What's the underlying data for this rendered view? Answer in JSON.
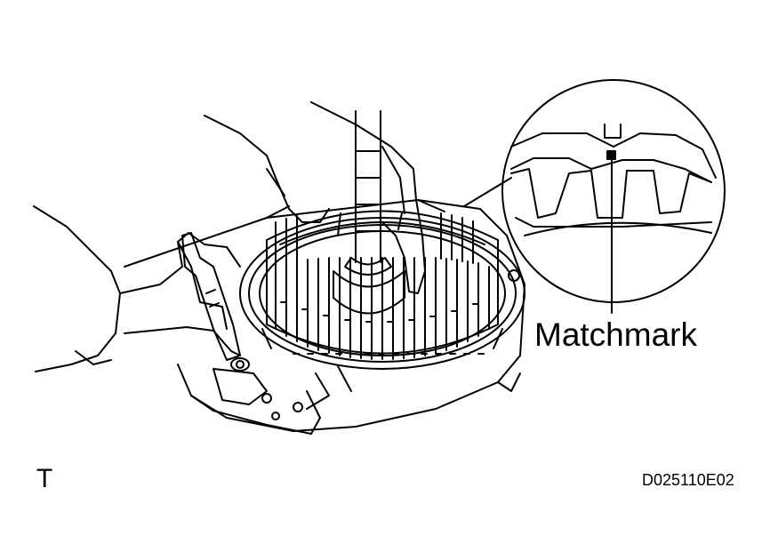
{
  "labels": {
    "matchmark": "Matchmark",
    "corner_mark": "T",
    "figure_id": "D025110E02"
  },
  "colors": {
    "line": "#000000",
    "background": "#ffffff"
  }
}
